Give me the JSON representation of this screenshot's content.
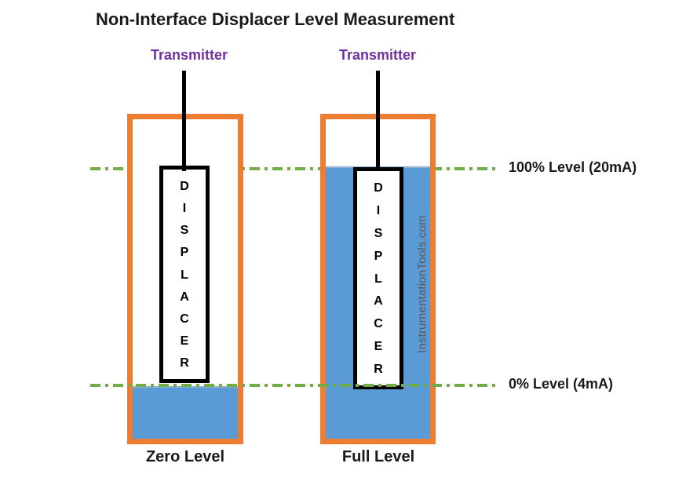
{
  "title": "Non-Interface Displacer Level Measurement",
  "colors": {
    "vessel_orange": "#ED7D31",
    "liquid_blue": "#5B9BD5",
    "level_line_green": "#70AD47",
    "transmitter_purple": "#7030A0",
    "watermark_gray": "#595959",
    "text_black": "#1A1A1A"
  },
  "level_lines": {
    "top": {
      "label": "100% Level (20mA)",
      "style": "dash-dot"
    },
    "bottom": {
      "label": "0% Level (4mA)",
      "style": "dash-dot"
    }
  },
  "vessels": [
    {
      "caption": "Zero Level",
      "transmitter_label": "Transmitter",
      "displacer_text": "DISPLACER",
      "liquid_level_percent": 0
    },
    {
      "caption": "Full Level",
      "transmitter_label": "Transmitter",
      "displacer_text": "DISPLACER",
      "liquid_level_percent": 100
    }
  ],
  "watermark": "InstrumentationTools.com"
}
